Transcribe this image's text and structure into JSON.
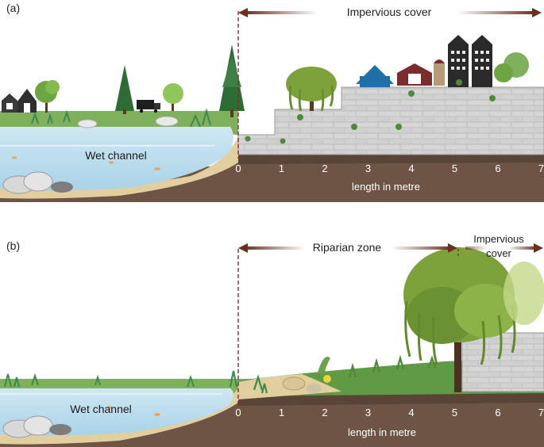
{
  "panels": [
    {
      "id": "a",
      "panel_label": "(a)",
      "zone_labels": [
        "Impervious cover"
      ],
      "water_label": "Wet channel",
      "axis_label": "length in metre",
      "ticks": [
        "0",
        "1",
        "2",
        "3",
        "4",
        "5",
        "6",
        "7"
      ]
    },
    {
      "id": "b",
      "panel_label": "(b)",
      "zone_labels": [
        "Riparian zone",
        "Impervious",
        "cover"
      ],
      "water_label": "Wet channel",
      "axis_label": "length in metre",
      "ticks": [
        "0",
        "1",
        "2",
        "3",
        "4",
        "5",
        "6",
        "7"
      ]
    }
  ],
  "colors": {
    "arrow": "#6b2f1c",
    "soil": "#6e5445",
    "sand": "#e2cfa0",
    "water": "#bcdcec",
    "grass": "#6aa04e",
    "wall": "#c9c9c9",
    "dashed_line": "#8a2a2a",
    "tree": "#2e6b35",
    "willow": "#7da23b"
  },
  "icons": [
    "barn-icon",
    "house-icon",
    "truck-icon",
    "skyscraper-icon",
    "tree-icon",
    "willow-tree-icon",
    "rock-icon",
    "fish-icon",
    "shrub-icon"
  ]
}
